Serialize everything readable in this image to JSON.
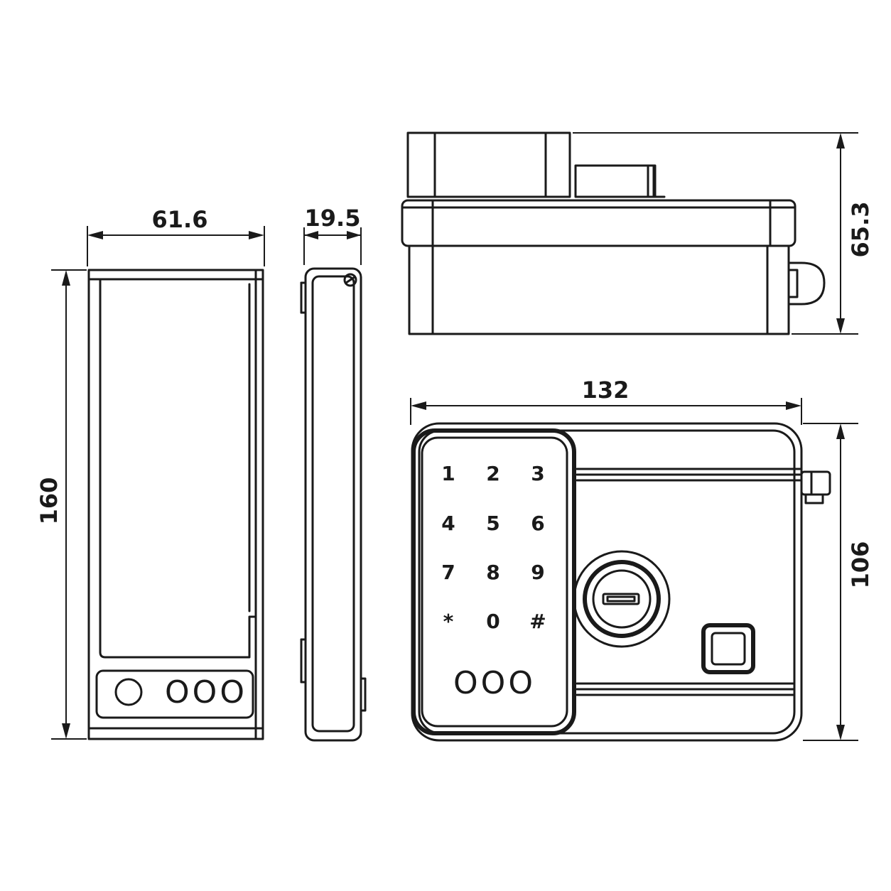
{
  "dimensions": {
    "width_side": "61.6",
    "depth_edge": "19.5",
    "height_back": "160",
    "depth_top": "65.3",
    "width_front": "132",
    "height_front": "106"
  },
  "keypad": {
    "keys": [
      "1",
      "2",
      "3",
      "4",
      "5",
      "6",
      "7",
      "8",
      "9",
      "*",
      "0",
      "#"
    ],
    "led_row_front": "OOO",
    "led_row_back": "OOO"
  }
}
